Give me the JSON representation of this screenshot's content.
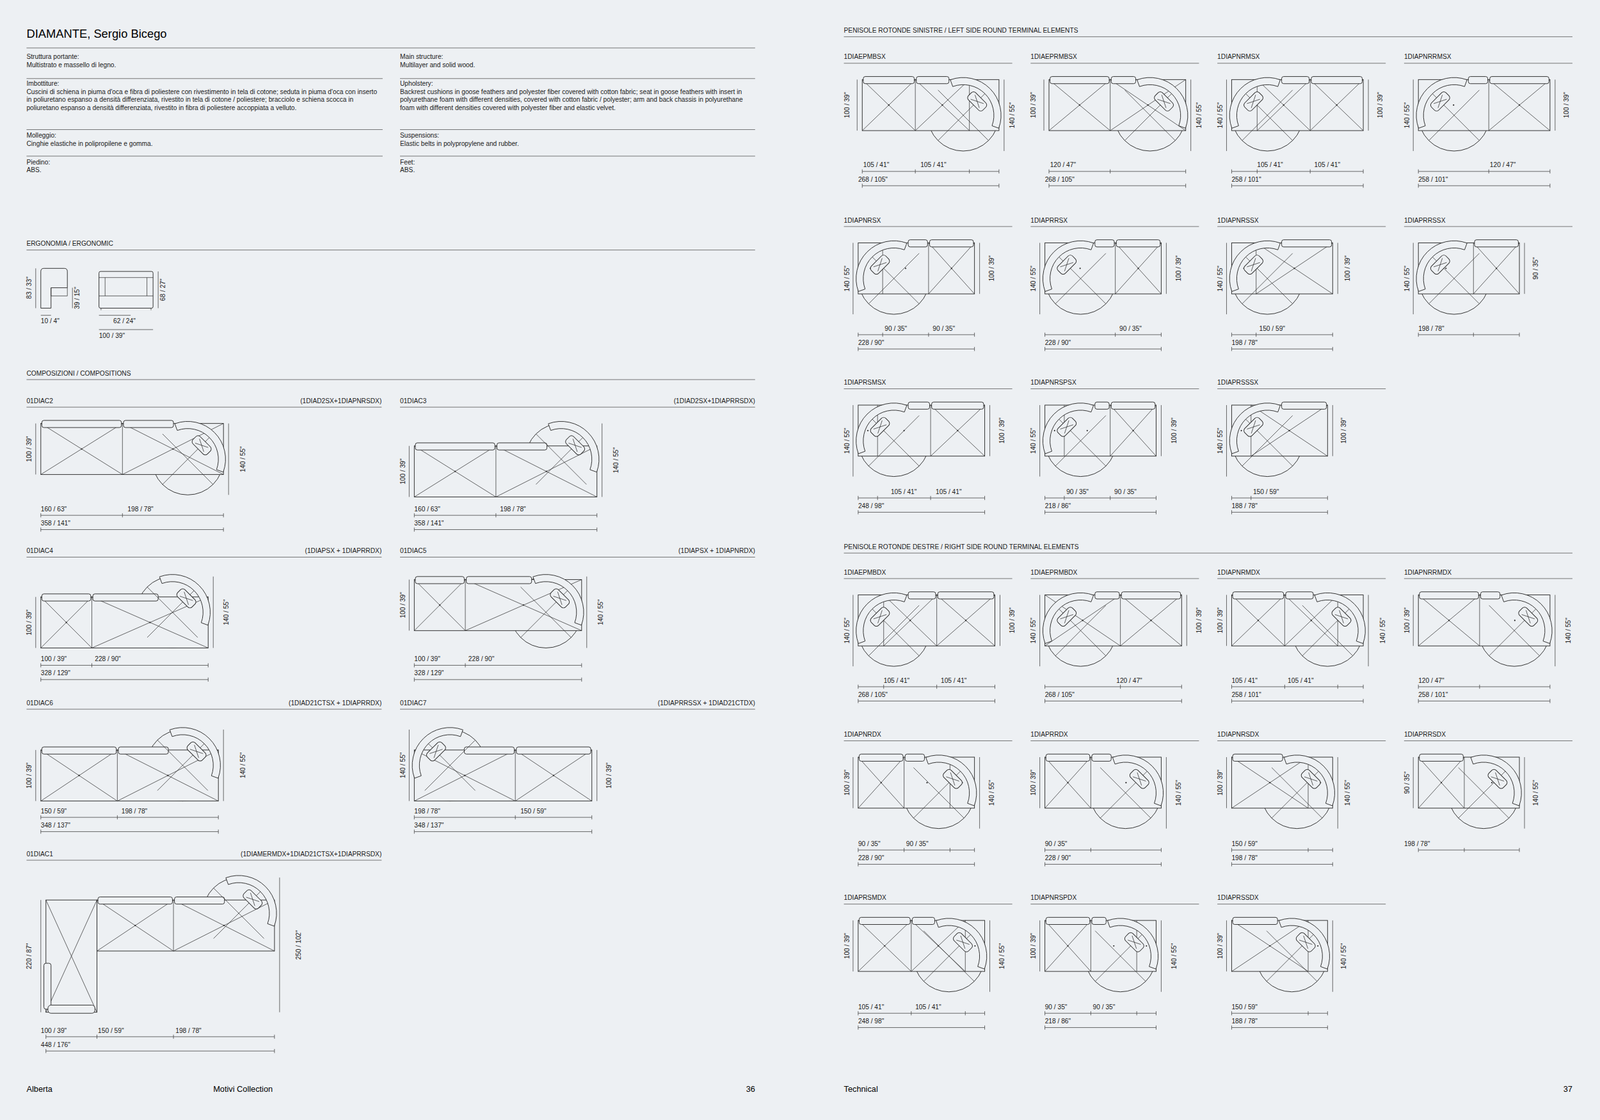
{
  "diagram": {
    "title": "DIAMANTE, Sergio Bicego",
    "labels": [
      "Struttura portante:",
      "Multistrato e massello di legno.",
      "Main structure:",
      "Multilayer and solid wood.",
      "Imbottiture:",
      "Cuscini di schiena in piuma d'oca e fibra di poliestere con rivestimento in tela di cotone; seduta in piuma d'oca con inserto in poliuretano espanso a densità differenziata, rivestito in tela di cotone / poliestere; bracciolo e schiena scocca in poliuretano espanso a densità differenziata, rivestito in fibra di poliestere accoppiata a velluto.",
      "Upholstery:",
      "Backrest cushions in goose feathers and polyester fiber covered with cotton fabric; seat in goose feathers with insert in polyurethane foam with different densities, covered with cotton fabric / polyester; arm and back chassis in polyurethane foam with different densities covered with polyester fiber and elastic velvet.",
      "Molleggio:",
      "Cinghie elastiche in polipropilene e gomma.",
      "Suspensions:",
      "Elastic belts in polypropylene and rubber.",
      "Piedino:",
      "ABS.",
      "Feet:",
      "ABS.",
      "ERGONOMIA / ERGONOMIC",
      "83 / 33\"",
      "39 / 15\"",
      "10 / 4\"",
      "62 / 24\"",
      "68 / 27\"",
      "100 / 39\"",
      "COMPOSIZIONI / COMPOSITIONS",
      "01DIAC2",
      "(1DIAD2SX+1DIAPNRSDX)",
      "100 / 39\"",
      "140 / 55\"",
      "160 / 63\"",
      "198 / 78\"",
      "358 / 141\"",
      "01DIAC3",
      "(1DIAD2SX+1DIAPRRSDX)",
      "100 / 39\"",
      "140 / 55\"",
      "160 / 63\"",
      "198 / 78\"",
      "358 / 141\"",
      "01DIAC4",
      "(1DIAPSX + 1DIAPRRDX)",
      "100 / 39\"",
      "140 / 55\"",
      "100 / 39\"",
      "228 / 90\"",
      "328 / 129\"",
      "01DIAC5",
      "(1DIAPSX + 1DIAPNRDX)",
      "100 / 39\"",
      "140 / 55\"",
      "100 / 39\"",
      "228 / 90\"",
      "328 / 129\"",
      "01DIAC6",
      "(1DIAD21CTSX + 1DIAPRRDX)",
      "100 / 39\"",
      "140 / 55\"",
      "150 / 59\"",
      "198 / 78\"",
      "348 / 137\"",
      "01DIAC7",
      "(1DIAPRRSSX + 1DIAD21CTDX)",
      "140 / 55\"",
      "100 / 39\"",
      "198 / 78\"",
      "150 / 59\"",
      "348 / 137\"",
      "01DIAC1",
      "(1DIAMERMDX+1DIAD21CTSX+1DIAPRRSDX)",
      "220 / 87\"",
      "250 / 102\"",
      "100 / 39\"",
      "150 / 59\"",
      "198 / 78\"",
      "448 / 176\"",
      "Alberta",
      "Motivi Collection",
      "36",
      "PENISOLE ROTONDE SINISTRE / LEFT SIDE ROUND TERMINAL ELEMENTS",
      "1DIAEPMBSX",
      "100 / 39\"",
      "140 / 55\"",
      "105 / 41\"",
      "105 / 41\"",
      "268 / 105\"",
      "1DIAEPRMBSX",
      "100 / 39\"",
      "140 / 55\"",
      "120 / 47\"",
      "268 / 105\"",
      "1DIAPNRMSX",
      "140 / 55\"",
      "100 / 39\"",
      "105 / 41\"",
      "105 / 41\"",
      "258 / 101\"",
      "1DIAPNRRMSX",
      "140 / 55\"",
      "100 / 39\"",
      "120 / 47\"",
      "258 / 101\"",
      "1DIAPNRSX",
      "140 / 55\"",
      "100 / 39\"",
      "90 / 35\"",
      "90 / 35\"",
      "228 / 90\"",
      "1DIAPRRSX",
      "140 / 55\"",
      "100 / 39\"",
      "90 / 35\"",
      "228 / 90\"",
      "1DIAPNRSSX",
      "140 / 55\"",
      "100 / 39\"",
      "150 / 59\"",
      "198 / 78\"",
      "1DIAPRRSSX",
      "140 / 55\"",
      "90 / 35\"",
      "198 / 78\"",
      "1DIAPRSMSX",
      "140 / 55\"",
      "100 / 39\"",
      "105 / 41\"",
      "105 / 41\"",
      "248 / 98\"",
      "1DIAPNRSPSX",
      "140 / 55\"",
      "100 / 39\"",
      "90 / 35\"",
      "90 / 35\"",
      "218 / 86\"",
      "1DIAPRSSSX",
      "140 / 55\"",
      "100 / 39\"",
      "150 / 59\"",
      "188 / 78\"",
      "PENISOLE ROTONDE DESTRE / RIGHT SIDE ROUND TERMINAL ELEMENTS",
      "1DIAEPMBDX",
      "140 / 55\"",
      "100 / 39\"",
      "105 / 41\"",
      "105 / 41\"",
      "268 / 105\"",
      "1DIAEPRMBDX",
      "140 / 55\"",
      "100 / 39\"",
      "120 / 47\"",
      "268 / 105\"",
      "1DIAPNRMDX",
      "100 / 39\"",
      "140 / 55\"",
      "105 / 41\"",
      "105 / 41\"",
      "258 / 101\"",
      "1DIAPNRRMDX",
      "100 / 39\"",
      "140 / 55\"",
      "120 / 47\"",
      "258 / 101\"",
      "1DIAPNRDX",
      "100 / 39\"",
      "140 / 55\"",
      "90 / 35\"",
      "90 / 35\"",
      "228 / 90\"",
      "1DIAPRRDX",
      "100 / 39\"",
      "140 / 55\"",
      "90 / 35\"",
      "228 / 90\"",
      "1DIAPNRSDX",
      "100 / 39\"",
      "140 / 55\"",
      "150 / 59\"",
      "198 / 78\"",
      "1DIAPRRSDX",
      "90 / 35\"",
      "140 / 55\"",
      "198 / 78\"",
      "1DIAPRSMDX",
      "100 / 39\"",
      "140 / 55\"",
      "105 / 41\"",
      "105 / 41\"",
      "248 / 98\"",
      "1DIAPNRSPDX",
      "100 / 39\"",
      "140 / 55\"",
      "90 / 35\"",
      "90 / 35\"",
      "218 / 86\"",
      "1DIAPRSSDX",
      "100 / 39\"",
      "140 / 55\"",
      "150 / 59\"",
      "188 / 78\"",
      "Technical",
      "37"
    ]
  }
}
